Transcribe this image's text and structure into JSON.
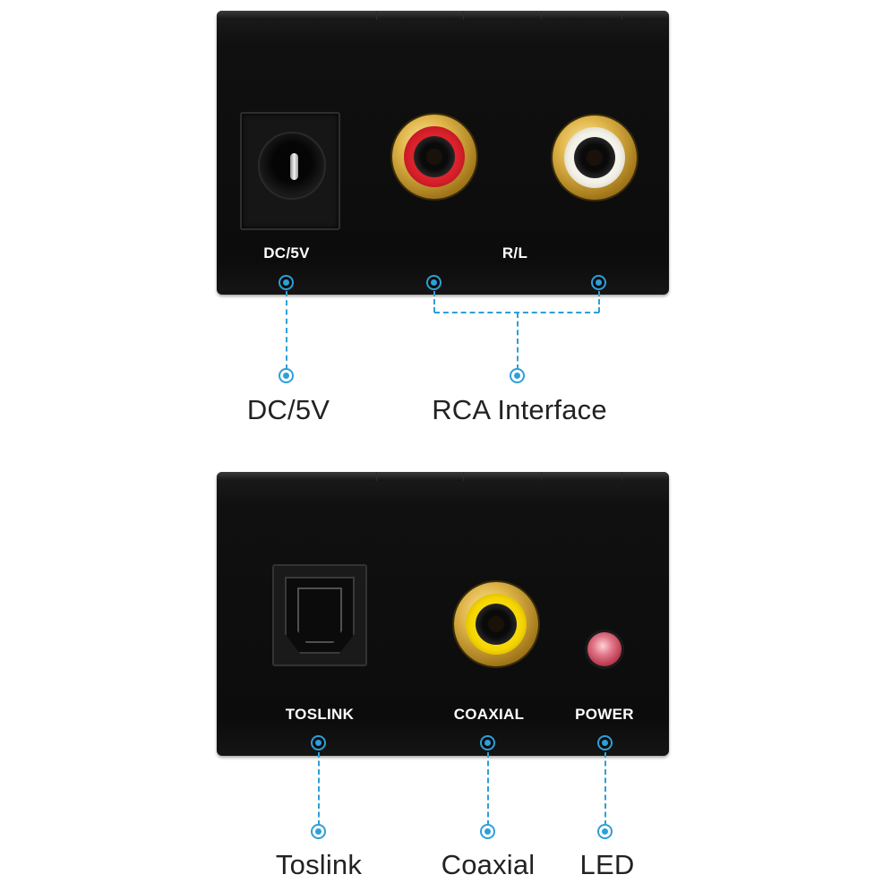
{
  "top_panel": {
    "dc_label": "DC/5V",
    "rl_label": "R/L"
  },
  "bottom_panel": {
    "toslink_label": "TOSLINK",
    "coaxial_label": "COAXIAL",
    "power_label": "POWER"
  },
  "captions": {
    "dc": "DC/5V",
    "rca": "RCA Interface",
    "toslink": "Toslink",
    "coaxial": "Coaxial",
    "led": "LED"
  },
  "colors": {
    "callout": "#2e9fd8",
    "device": "#0d0d0d",
    "rca_right": "#d61f2a",
    "rca_left": "#f2f0e6",
    "coaxial": "#f5d500",
    "led": "#d0566a"
  },
  "icons": [
    "dc-power-jack-icon",
    "rca-jack-red-icon",
    "rca-jack-white-icon",
    "toslink-port-icon",
    "rca-jack-yellow-icon",
    "led-icon"
  ]
}
